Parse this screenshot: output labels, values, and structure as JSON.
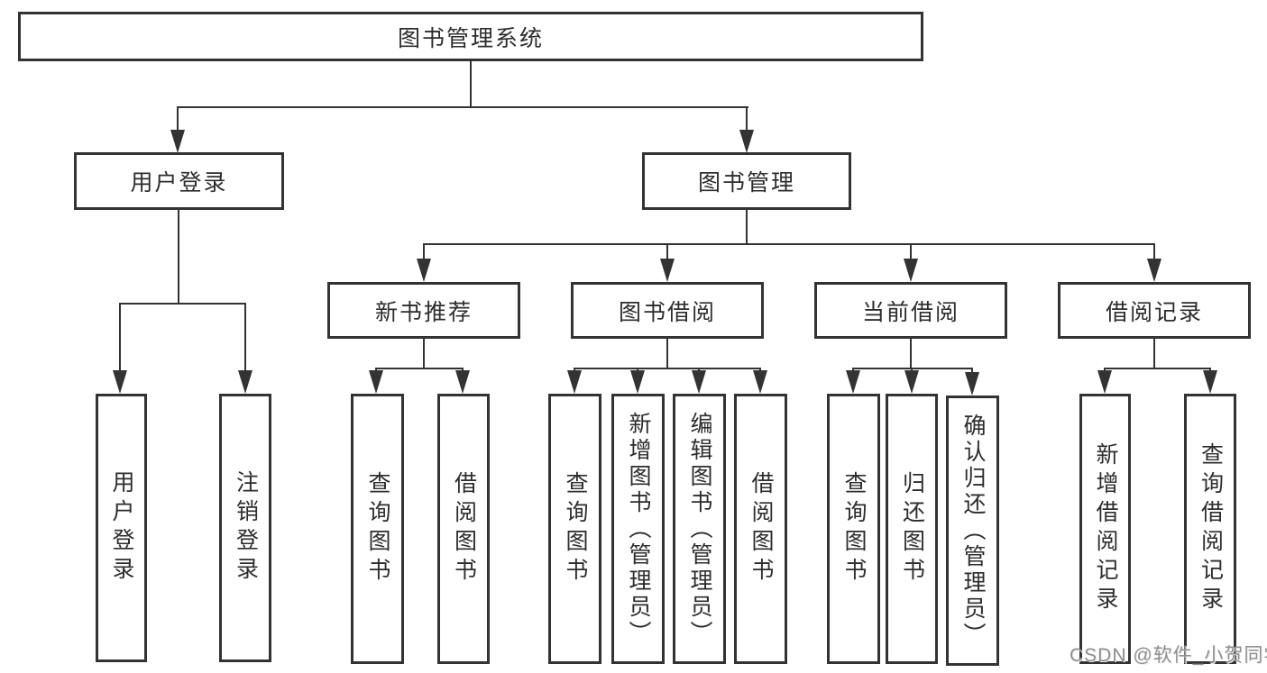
{
  "diagram": {
    "root": {
      "label": "图书管理系统"
    },
    "children": [
      {
        "label": "用户登录",
        "children": [
          {
            "label": "用户登录"
          },
          {
            "label": "注销登录"
          }
        ]
      },
      {
        "label": "图书管理",
        "children": [
          {
            "label": "新书推荐",
            "children": [
              {
                "label": "查询图书"
              },
              {
                "label": "借阅图书"
              }
            ]
          },
          {
            "label": "图书借阅",
            "children": [
              {
                "label": "查询图书"
              },
              {
                "label": "新增图书（管理员）"
              },
              {
                "label": "编辑图书（管理员）"
              },
              {
                "label": "借阅图书"
              }
            ]
          },
          {
            "label": "当前借阅",
            "children": [
              {
                "label": "查询图书"
              },
              {
                "label": "归还图书"
              },
              {
                "label": "确认归还（管理员）"
              }
            ]
          },
          {
            "label": "借阅记录",
            "children": [
              {
                "label": "新增借阅记录"
              },
              {
                "label": "查询借阅记录"
              }
            ]
          }
        ]
      }
    ]
  },
  "watermark": {
    "text": "CSDN @软件_小贺同学"
  },
  "colors": {
    "line": "#333333",
    "box_border": "#333333",
    "box_background": "#ffffff",
    "text": "#2d2d2d",
    "watermark": "#8f8f8f",
    "background": "#ffffff"
  }
}
